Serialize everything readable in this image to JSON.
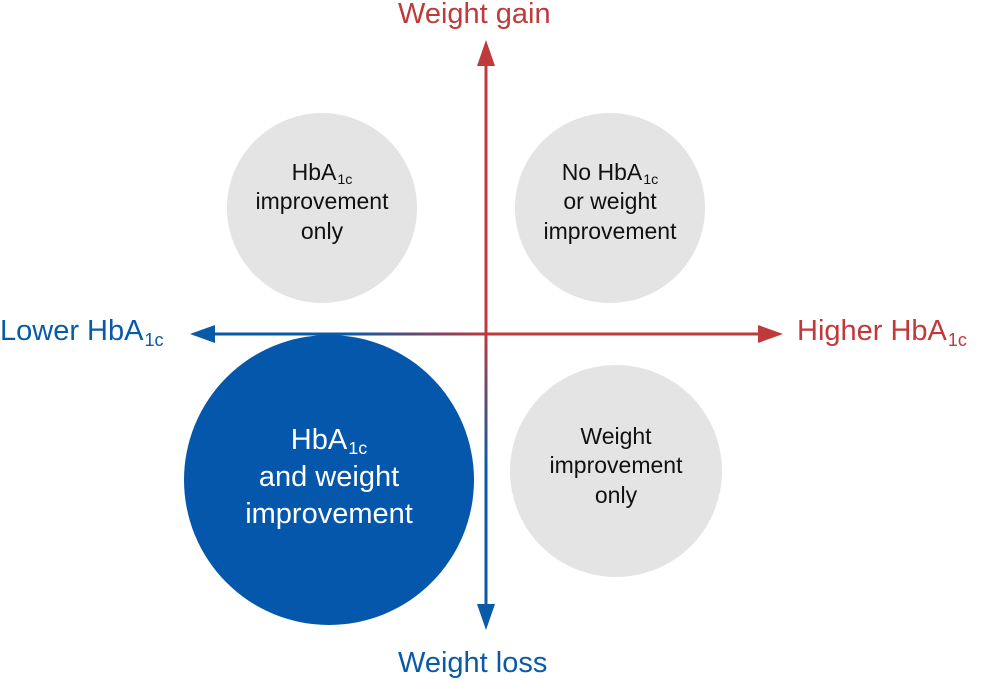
{
  "colors": {
    "red_axis": "#c0393b",
    "blue_axis": "#0a5aa8",
    "grey_circle": "#e4e4e5",
    "blue_circle": "#0457ab",
    "dark_text": "#111111",
    "white_text": "#ffffff"
  },
  "axes": {
    "top": {
      "text": "Weight gain"
    },
    "bottom": {
      "text": "Weight loss"
    },
    "left": {
      "text": "Lower HbA",
      "sub": "1c"
    },
    "right": {
      "text": "Higher HbA",
      "sub": "1c"
    }
  },
  "quadrants": {
    "top_left": {
      "line1": "HbA",
      "line1_sub": "1c",
      "line2": "improvement",
      "line3": "only"
    },
    "top_right": {
      "line1": "No HbA",
      "line1_sub": "1c",
      "line2": "or weight",
      "line3": "improvement"
    },
    "bottom_left": {
      "line1": "HbA",
      "line1_sub": "1c",
      "line2": "and weight",
      "line3": "improvement"
    },
    "bottom_right": {
      "line1": "Weight",
      "line2": "improvement",
      "line3": "only"
    }
  }
}
